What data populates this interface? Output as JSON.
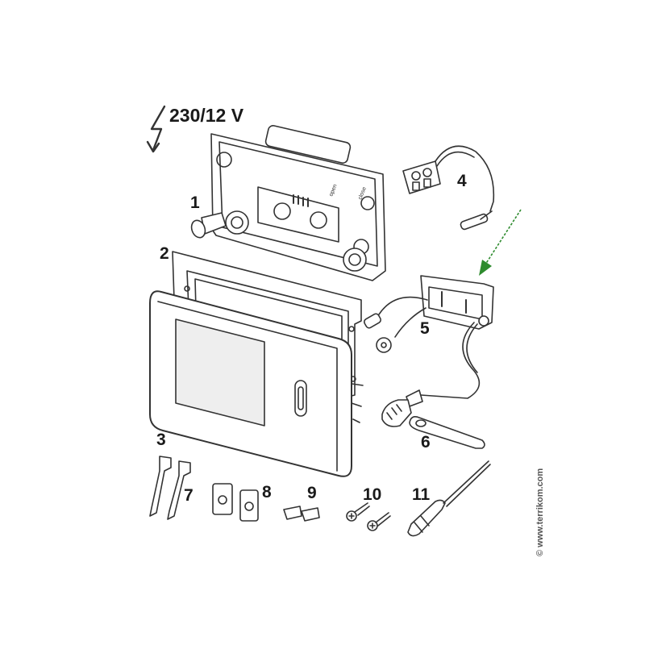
{
  "voltage_label": "230/12 V",
  "callouts": [
    "1",
    "2",
    "3",
    "4",
    "5",
    "6",
    "7",
    "8",
    "9",
    "10",
    "11"
  ],
  "plate_labels": {
    "open": "open",
    "close": "close"
  },
  "copyright": "© www.terrikom.com",
  "colors": {
    "line": "#333333",
    "fill": "#ffffff",
    "panel": "#eeeeee",
    "arrow": "#2e8b2e"
  }
}
